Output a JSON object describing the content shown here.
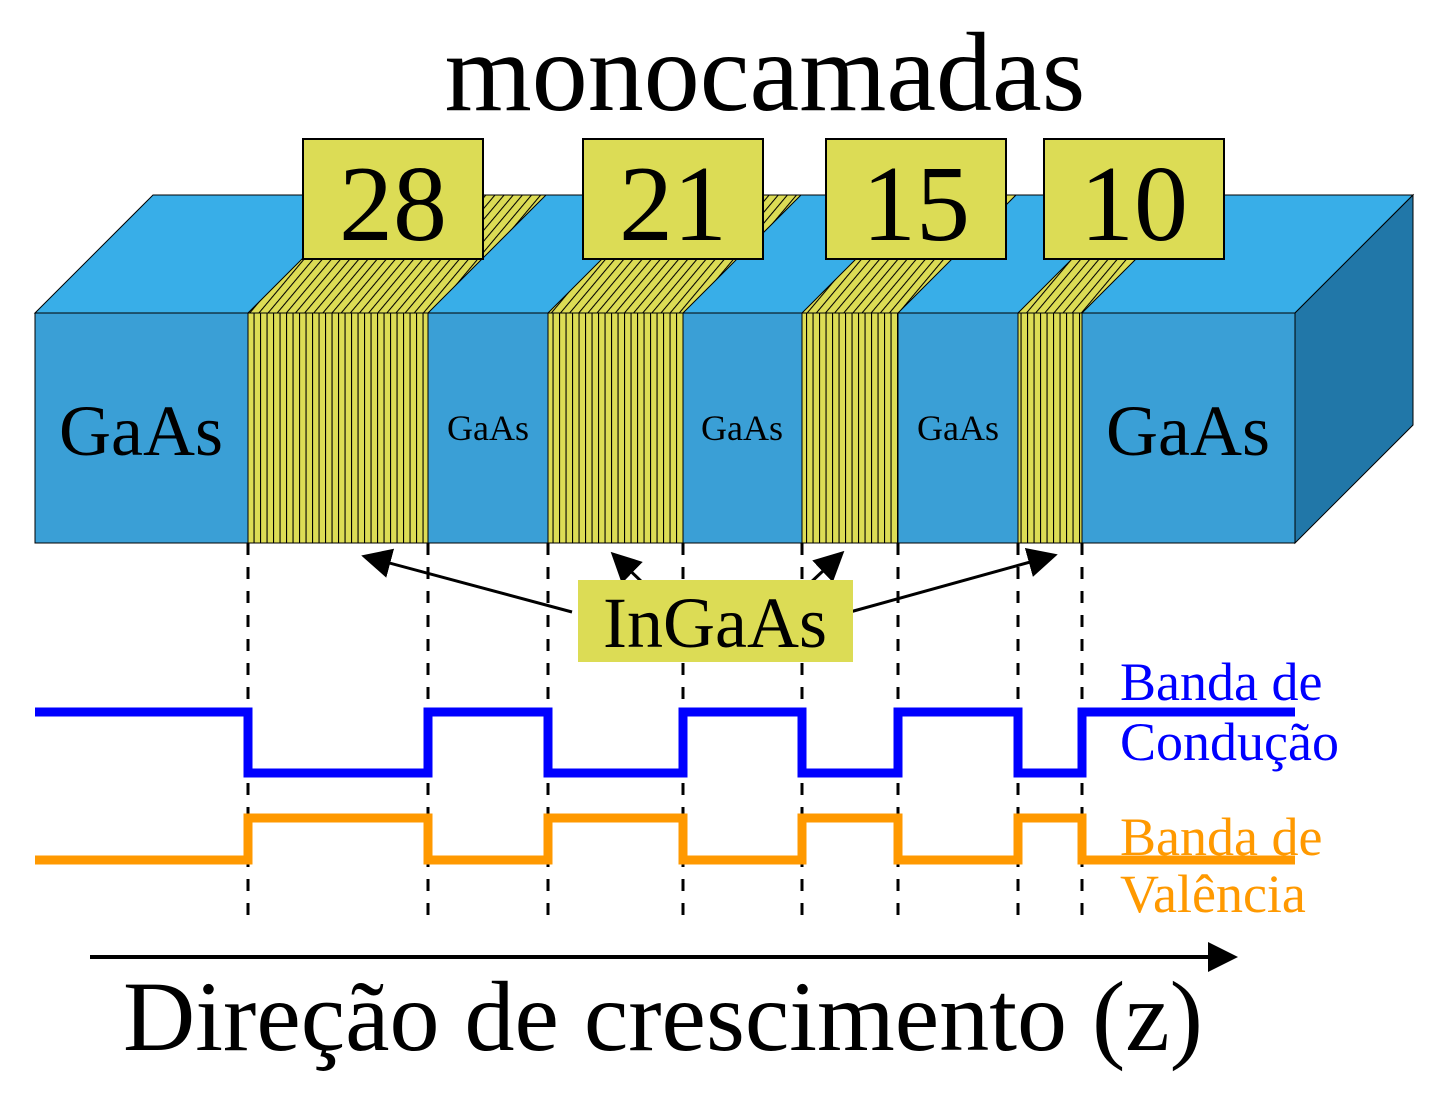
{
  "title": "monocamadas",
  "monolayer_counts": [
    "28",
    "21",
    "15",
    "10"
  ],
  "materials": {
    "barrier": "GaAs",
    "well": "InGaAs"
  },
  "band_labels": {
    "conduction": [
      "Banda de",
      "Condução"
    ],
    "valence": [
      "Banda de",
      "Valência"
    ]
  },
  "axis_label": "Direção de crescimento (z)",
  "colors": {
    "gaas_front": "#3a9fd6",
    "gaas_top": "#38aee8",
    "gaas_side": "#2177a8",
    "ingaas": "#dcdc55",
    "label_box": "#dcdc55",
    "conduction_band": "#0000ff",
    "valence_band": "#ff9900"
  }
}
